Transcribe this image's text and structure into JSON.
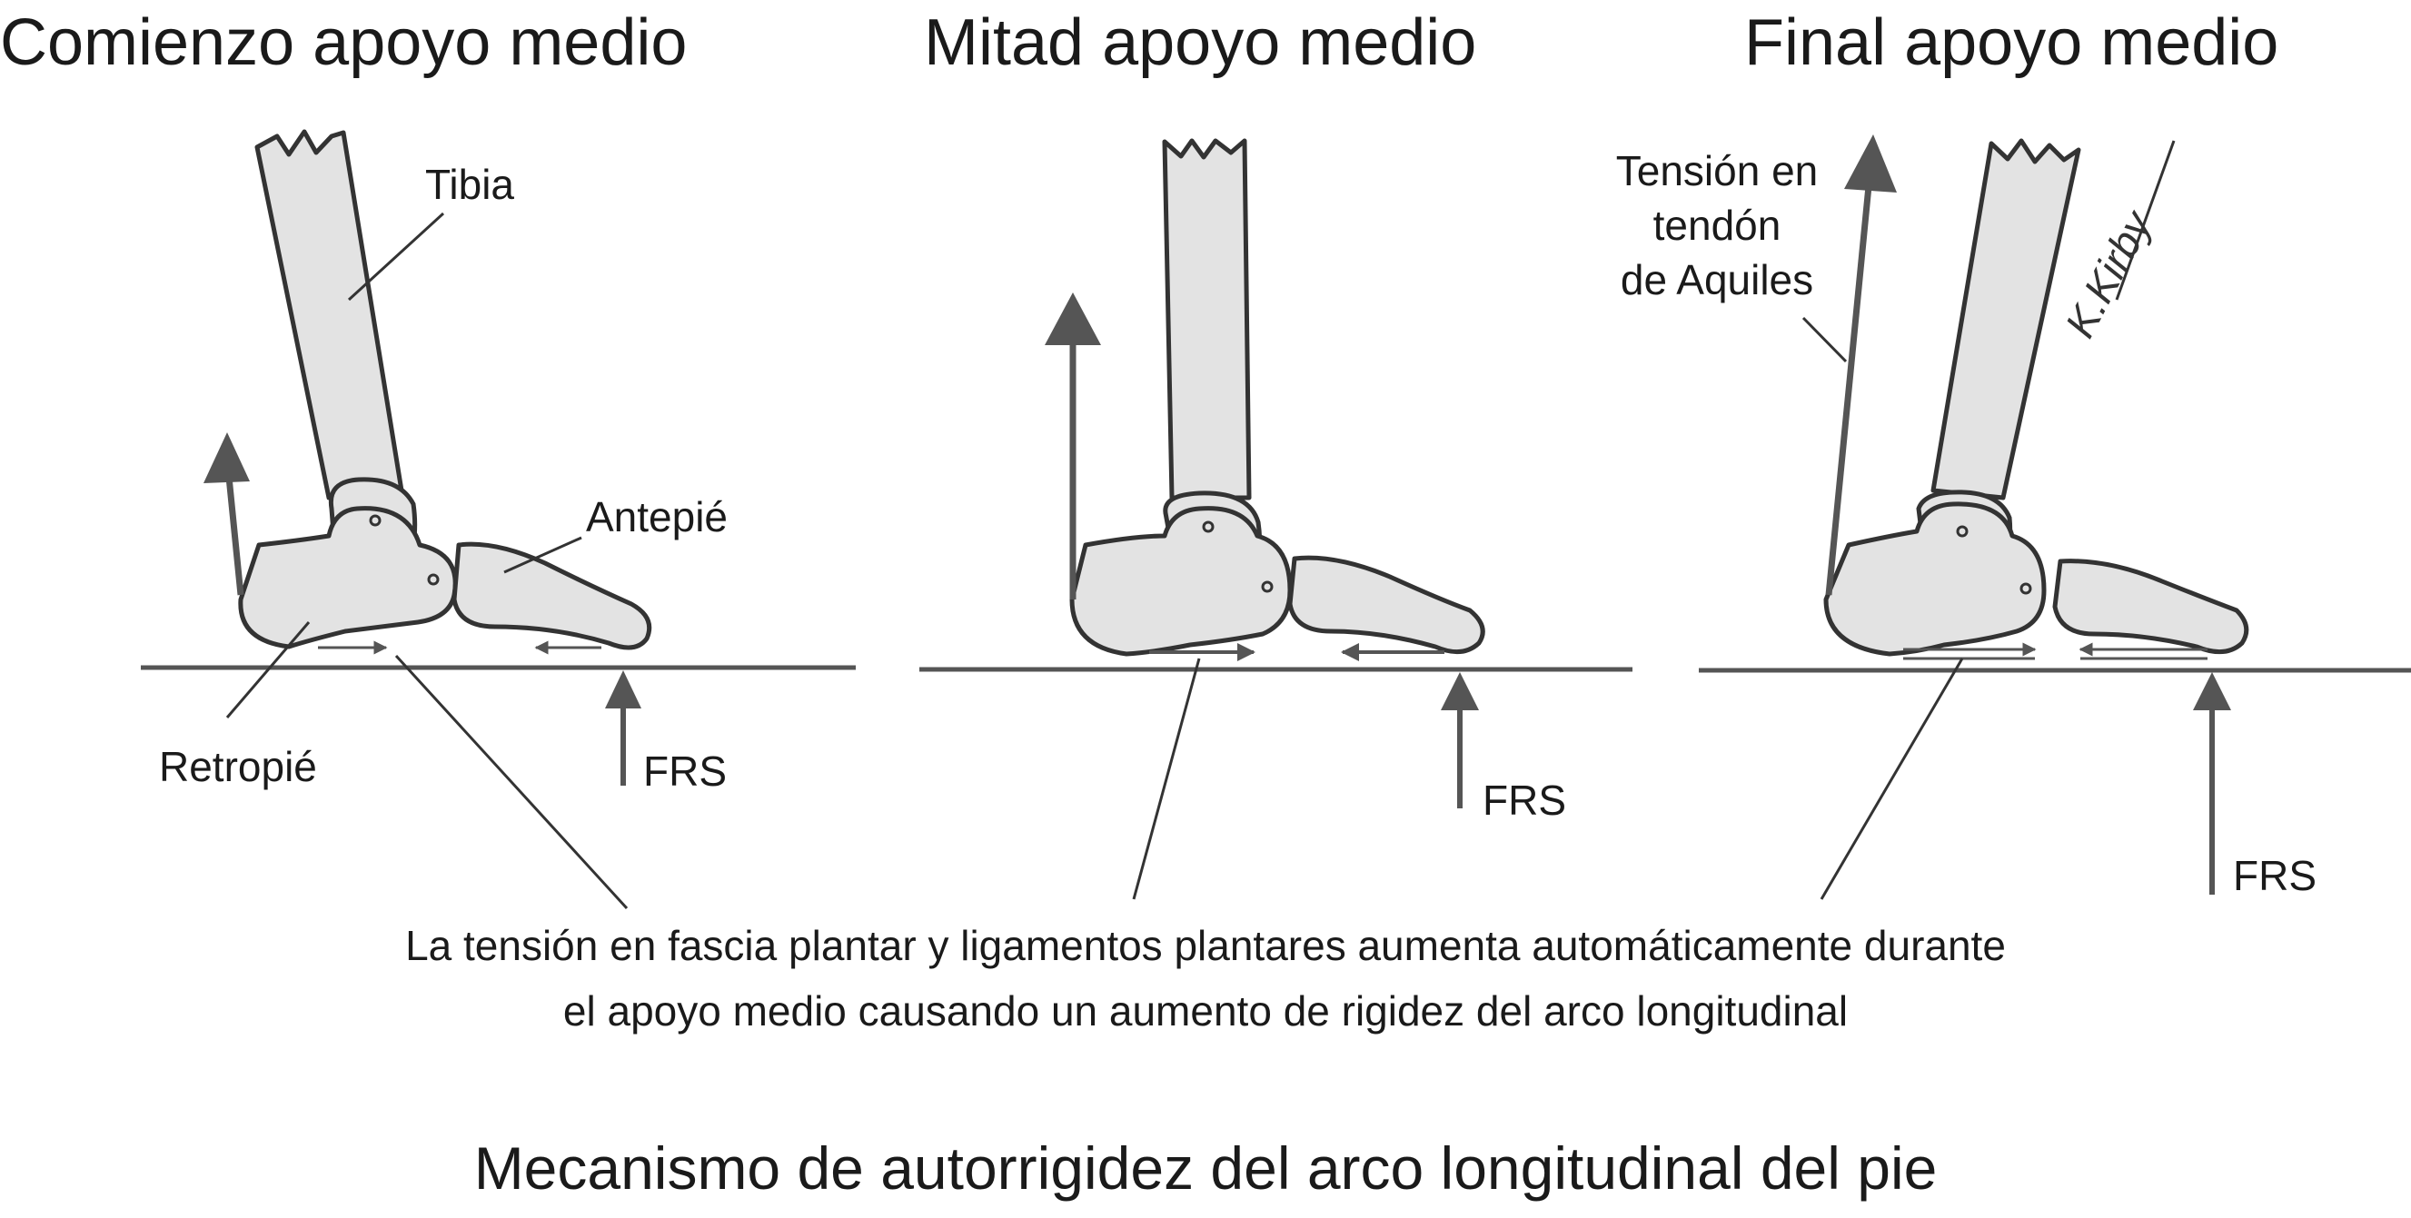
{
  "panels": [
    {
      "title": "Comienzo apoyo medio",
      "frs_label": "FRS"
    },
    {
      "title": "Mitad apoyo medio",
      "frs_label": "FRS"
    },
    {
      "title": "Final apoyo medio",
      "frs_label": "FRS"
    }
  ],
  "labels": {
    "tibia": "Tibia",
    "antepie": "Antepié",
    "retropie": "Retropié",
    "achilles_lines": [
      "Tensión en",
      "tendón",
      "de Aquiles"
    ]
  },
  "signature": "K.Kirby",
  "caption": {
    "line1": "La tensión en fascia plantar y ligamentos plantares aumenta automáticamente durante",
    "line2": "el apoyo medio causando un aumento de rigidez del arco longitudinal"
  },
  "main_title": "Mecanismo de autorrigidez del arco longitudinal del pie",
  "colors": {
    "bone_fill": "#e3e3e3",
    "outline": "#333333",
    "arrow": "#555555",
    "text": "#1a1a1a"
  }
}
